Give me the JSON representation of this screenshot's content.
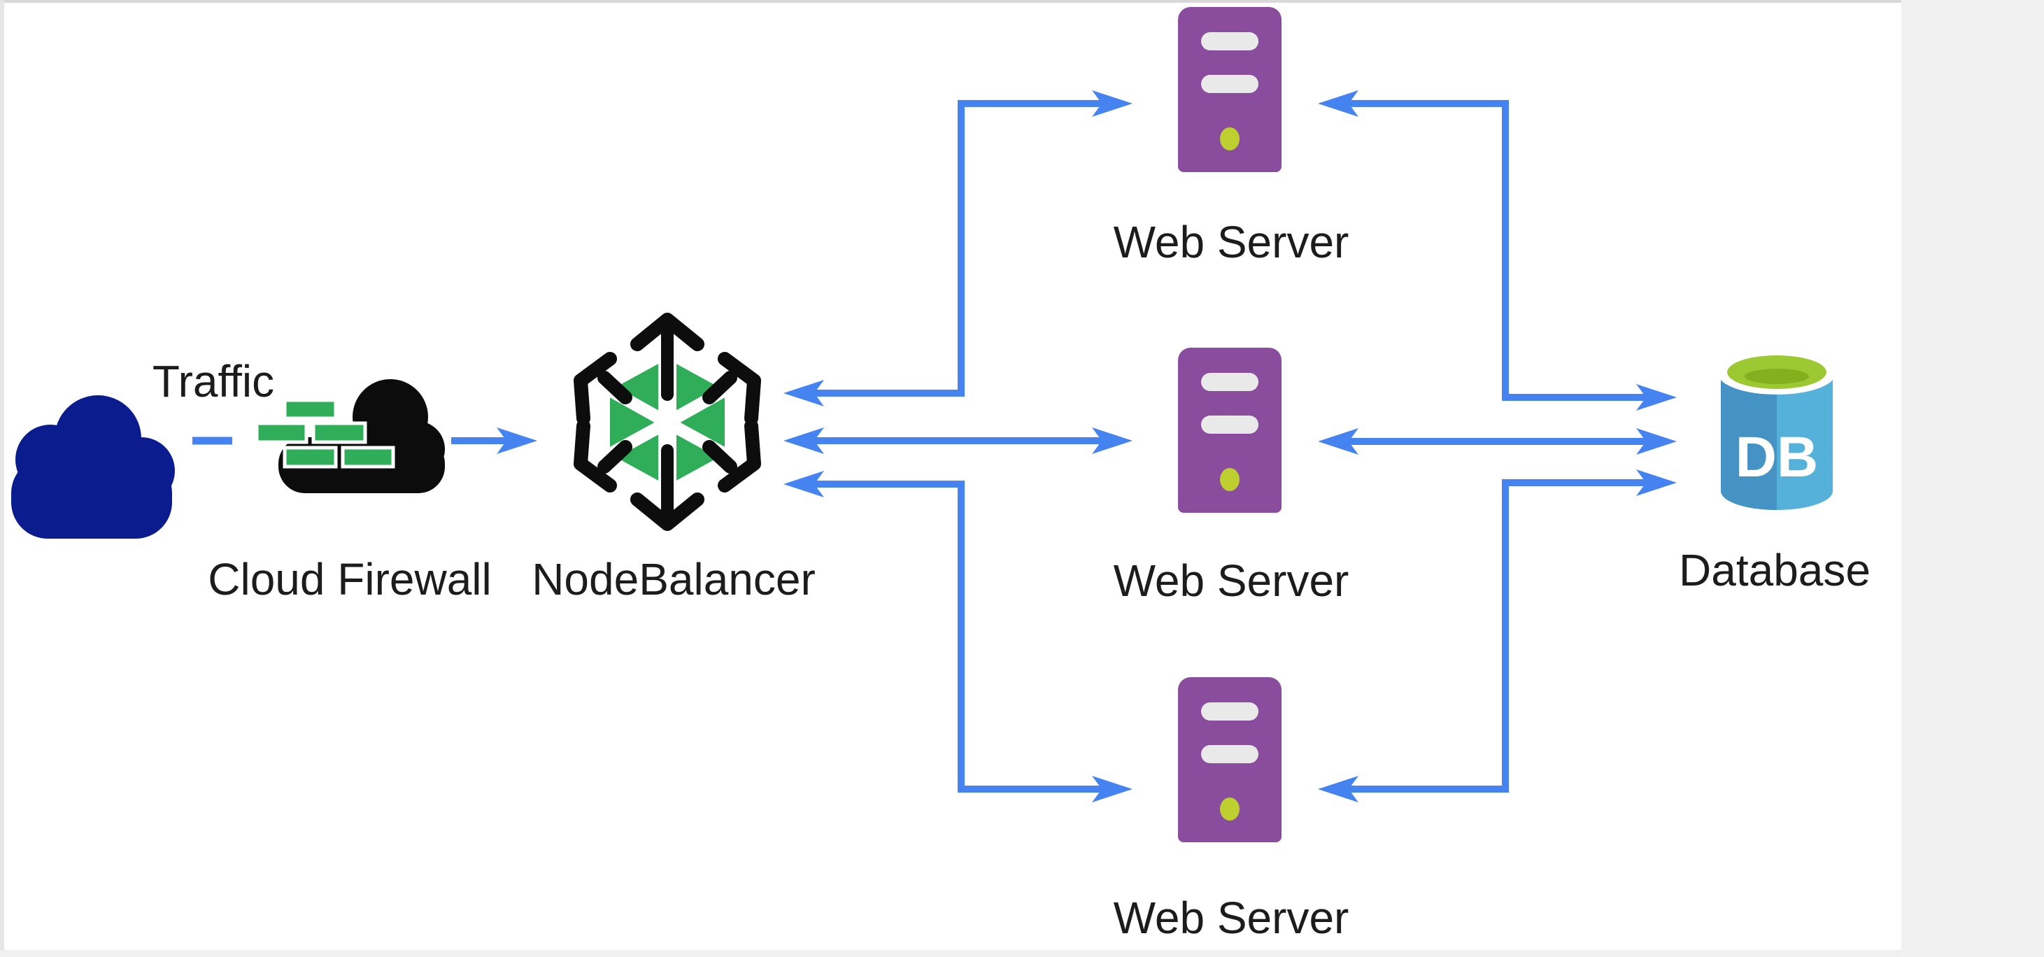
{
  "diagram": {
    "nodes": {
      "traffic": {
        "label": "Traffic"
      },
      "firewall": {
        "label": "Cloud Firewall"
      },
      "nodebalancer": {
        "label": "NodeBalancer"
      },
      "web_server_top": {
        "label": "Web Server"
      },
      "web_server_middle": {
        "label": "Web Server"
      },
      "web_server_bottom": {
        "label": "Web Server"
      },
      "database": {
        "label": "Database",
        "monogram": "DB"
      }
    },
    "connections": [
      {
        "from": "traffic",
        "to": "firewall",
        "style": "dashed",
        "arrows": "none"
      },
      {
        "from": "firewall",
        "to": "nodebalancer",
        "style": "solid",
        "arrows": "forward"
      },
      {
        "from": "nodebalancer",
        "to": "web_server_top",
        "style": "solid",
        "arrows": "both"
      },
      {
        "from": "nodebalancer",
        "to": "web_server_middle",
        "style": "solid",
        "arrows": "both"
      },
      {
        "from": "nodebalancer",
        "to": "web_server_bottom",
        "style": "solid",
        "arrows": "both"
      },
      {
        "from": "web_server_top",
        "to": "database",
        "style": "solid",
        "arrows": "both"
      },
      {
        "from": "web_server_middle",
        "to": "database",
        "style": "solid",
        "arrows": "both"
      },
      {
        "from": "web_server_bottom",
        "to": "database",
        "style": "solid",
        "arrows": "both"
      }
    ],
    "colors": {
      "arrow_blue": "#4583f0",
      "traffic_cloud_navy": "#0b1c8e",
      "firewall_black": "#0c0c0c",
      "brick_green": "#2fad58",
      "hexagon_green": "#2fad58",
      "server_purple": "#8a4d9e",
      "server_slot_gray": "#e9e9e9",
      "server_led_yellow": "#bdd02f",
      "db_blue_dark": "#4593c5",
      "db_blue_light": "#55b1d9",
      "db_top_lime": "#9cc932",
      "db_top_lime_shadow": "#84b01f",
      "label_text": "#1c1c1c",
      "canvas_white": "#ffffff",
      "page_gray": "#f1f1f2"
    }
  }
}
